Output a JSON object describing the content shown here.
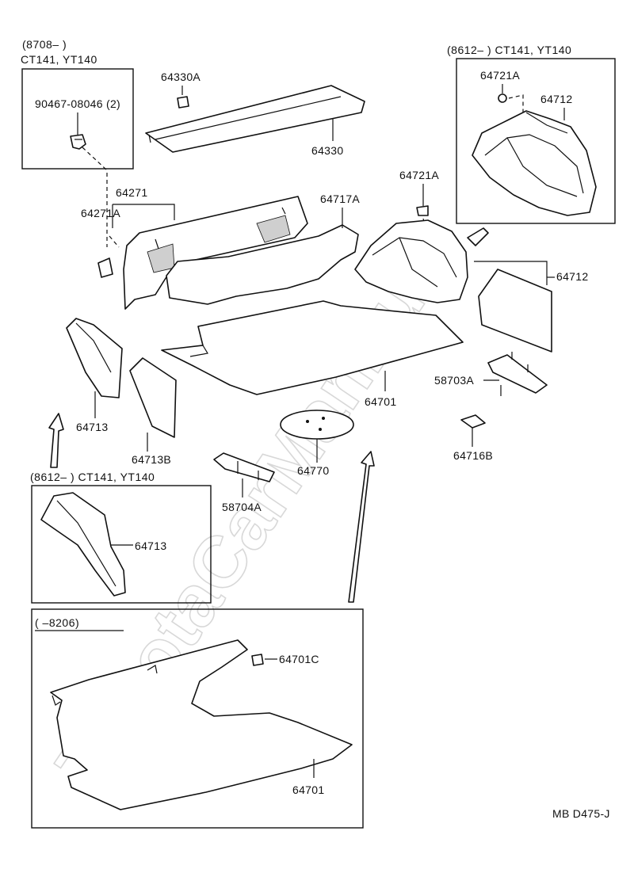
{
  "watermark": "ToyotaCarMan.ru",
  "headers": {
    "top_left_line1": "(8708–       )",
    "top_left_line2": "CT141, YT140",
    "top_right": "(8612–         ) CT141, YT140",
    "mid_left": "(8612–         ) CT141, YT140",
    "bottom": "(         –8206)"
  },
  "labels": {
    "p90467": "90467-08046 (2)",
    "p64330A": "64330A",
    "p64330": "64330",
    "p64271": "64271",
    "p64271A": "64271A",
    "p64717A": "64717A",
    "p64721A_main": "64721A",
    "p64721A_box": "64721A",
    "p64712_box": "64712",
    "p64712_main": "64712",
    "p58703A": "58703A",
    "p64701_main": "64701",
    "p64713": "64713",
    "p64713B": "64713B",
    "p64770": "64770",
    "p64716B": "64716B",
    "p58704A": "58704A",
    "p64713_box": "64713",
    "p64701C": "64701C",
    "p64701_box": "64701"
  },
  "diagram_code": "MB D475-J"
}
